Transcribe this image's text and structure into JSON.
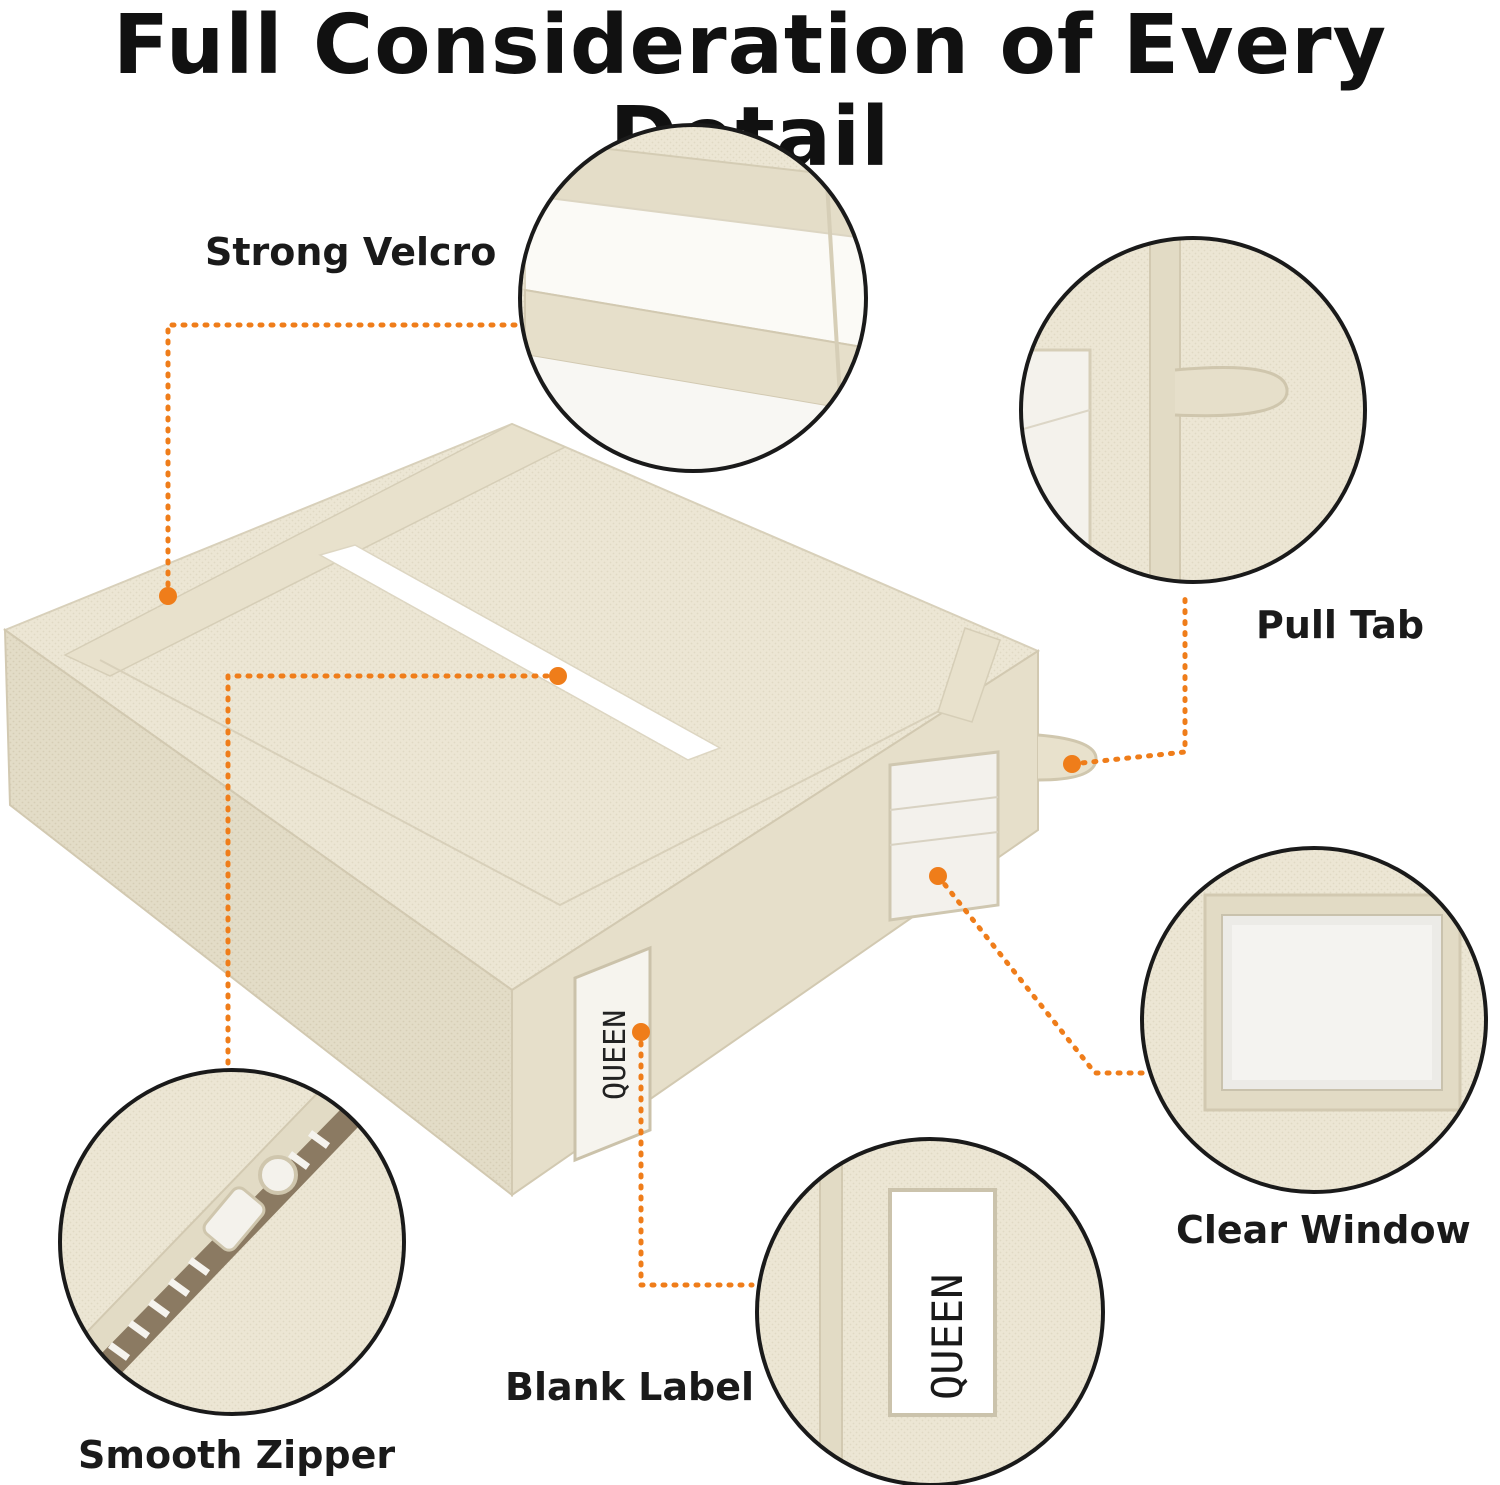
{
  "headline": "Full Consideration of Every Detail",
  "callouts": {
    "velcro": "Strong Velcro",
    "pull_tab": "Pull Tab",
    "zipper": "Smooth Zipper",
    "clear_window": "Clear Window",
    "blank_label": "Blank Label"
  },
  "box_label_text": "QUEEN",
  "colors": {
    "fabric": "#ece6d4",
    "fabric_dark": "#ddd5bf",
    "accent_orange": "#ef7d1a",
    "text": "#111111"
  }
}
